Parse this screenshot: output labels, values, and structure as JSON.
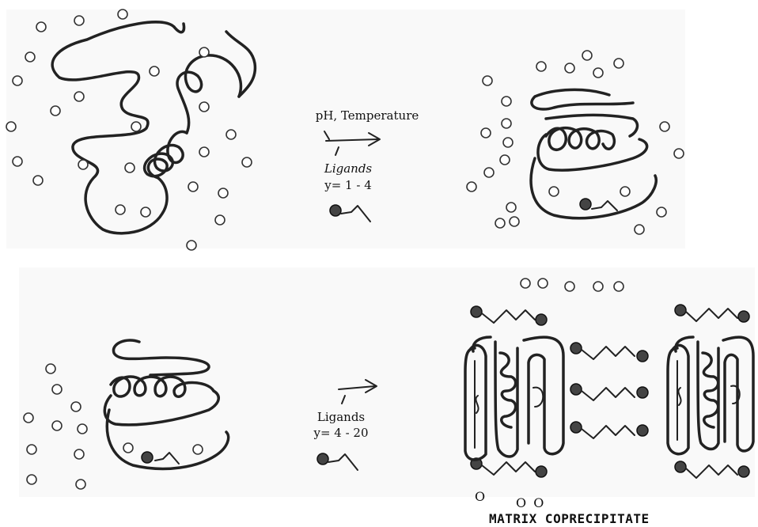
{
  "step1": {
    "conditions": "pH, Temperature",
    "ligands_label": "Ligands",
    "ratio": "y= 1 - 4"
  },
  "step2": {
    "ligands_label": "Ligands",
    "ratio": "y= 4 - 20"
  },
  "caption": "MATRIX COPRECIPITATE",
  "stray_marks": [
    "O",
    "O O"
  ],
  "colors": {
    "ink": "#222222",
    "panel": "#f9f9f9"
  }
}
